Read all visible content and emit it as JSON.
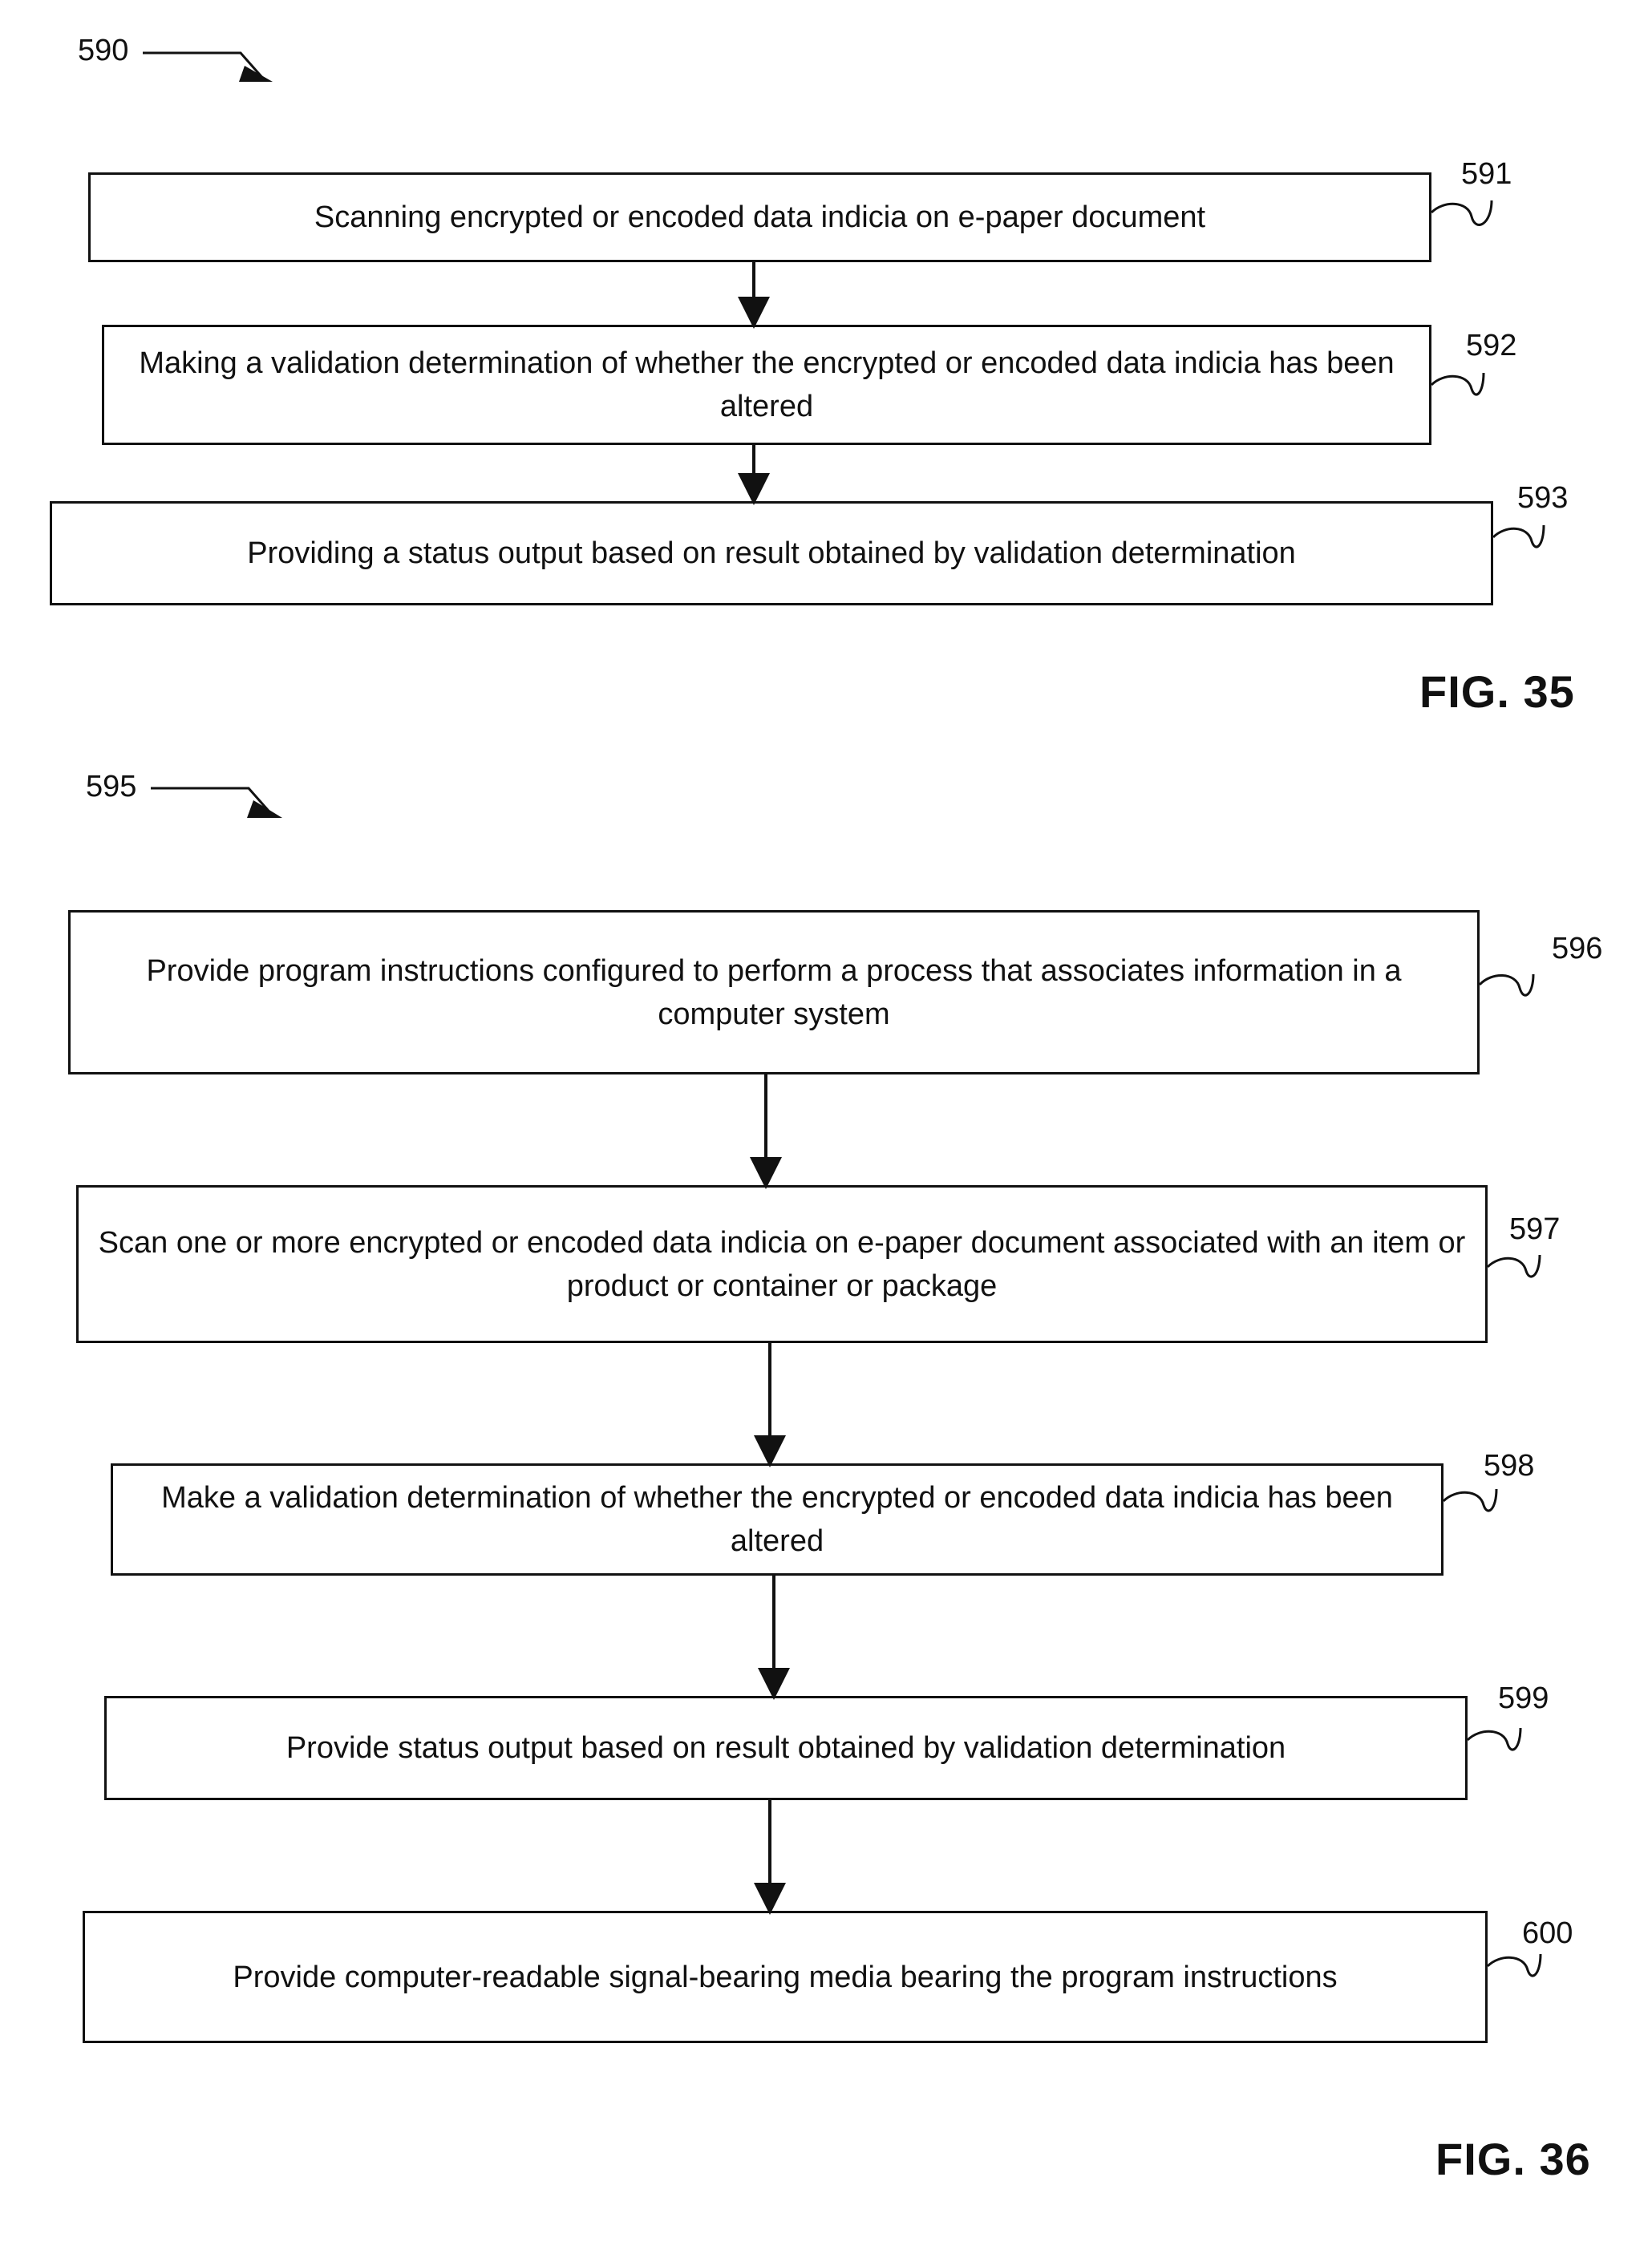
{
  "fig35": {
    "ref": "590",
    "label": "FIG. 35",
    "steps": [
      {
        "ref": "591",
        "text": "Scanning encrypted or encoded data indicia on e-paper document"
      },
      {
        "ref": "592",
        "text": "Making a validation determination of whether the encrypted or encoded data indicia has been altered"
      },
      {
        "ref": "593",
        "text": "Providing a status output based on result obtained by validation determination"
      }
    ]
  },
  "fig36": {
    "ref": "595",
    "label": "FIG. 36",
    "steps": [
      {
        "ref": "596",
        "text": "Provide program instructions configured to perform a process that associates information in a computer system"
      },
      {
        "ref": "597",
        "text": "Scan one or more encrypted or encoded data indicia on e-paper document associated with an item or product or container or package"
      },
      {
        "ref": "598",
        "text": "Make a validation determination of whether the encrypted or encoded data indicia has been altered"
      },
      {
        "ref": "599",
        "text": "Provide status output based on result obtained by validation determination"
      },
      {
        "ref": "600",
        "text": "Provide computer-readable signal-bearing media bearing the program instructions"
      }
    ]
  }
}
